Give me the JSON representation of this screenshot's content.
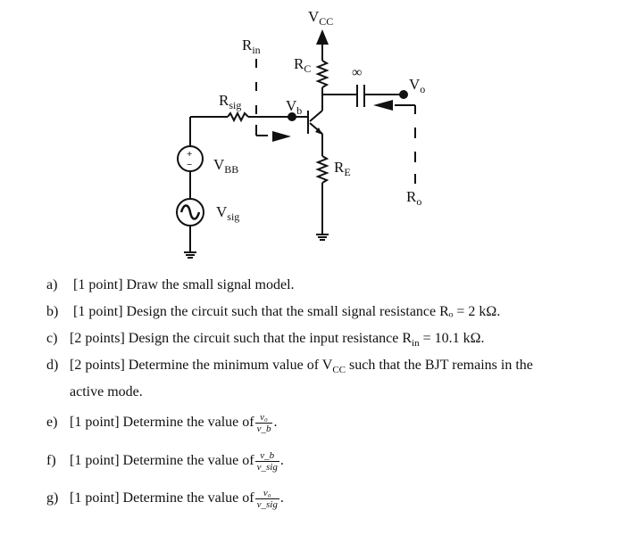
{
  "circuit": {
    "labels": {
      "vcc_main": "V",
      "vcc_sub": "CC",
      "rin_main": "R",
      "rin_sub": "in",
      "rc_main": "R",
      "rc_sub": "C",
      "cap_value": "∞",
      "vo_main": "V",
      "vo_sub": "o",
      "rsig_main": "R",
      "rsig_sub": "sig",
      "vb_main": "V",
      "vb_sub": "b",
      "re_main": "R",
      "re_sub": "E",
      "vbb_main": "V",
      "vbb_sub": "BB",
      "vsig_main": "V",
      "vsig_sub": "sig",
      "ro_main": "R",
      "ro_sub": "o",
      "plus": "+",
      "minus": "−"
    }
  },
  "questions": {
    "a": {
      "label": "a)",
      "text": "[1 point] Draw the small signal model."
    },
    "b": {
      "label": "b)",
      "text": "[1 point] Design the circuit such that the small signal resistance Rₒ = 2 kΩ."
    },
    "c": {
      "label": "c)",
      "text_before": "[2 points] Design the circuit such that the input resistance R",
      "sub": "in",
      "text_after": " = 10.1 kΩ."
    },
    "d": {
      "label": "d)",
      "text_before": "[2 points] Determine the minimum value of V",
      "sub": "CC",
      "text_after": " such that the BJT remains in the",
      "continuation": "active mode."
    },
    "e": {
      "label": "e)",
      "text": "[1 point] Determine the value of",
      "num": "v₀",
      "den": "v_b",
      "end": "."
    },
    "f": {
      "label": "f)",
      "text": "[1 point] Determine the value of",
      "num": "v_b",
      "den": "v_sig",
      "end": "."
    },
    "g": {
      "label": "g)",
      "text": "[1 point] Determine the value of",
      "num": "v₀",
      "den": "v_sig",
      "end": "."
    }
  }
}
